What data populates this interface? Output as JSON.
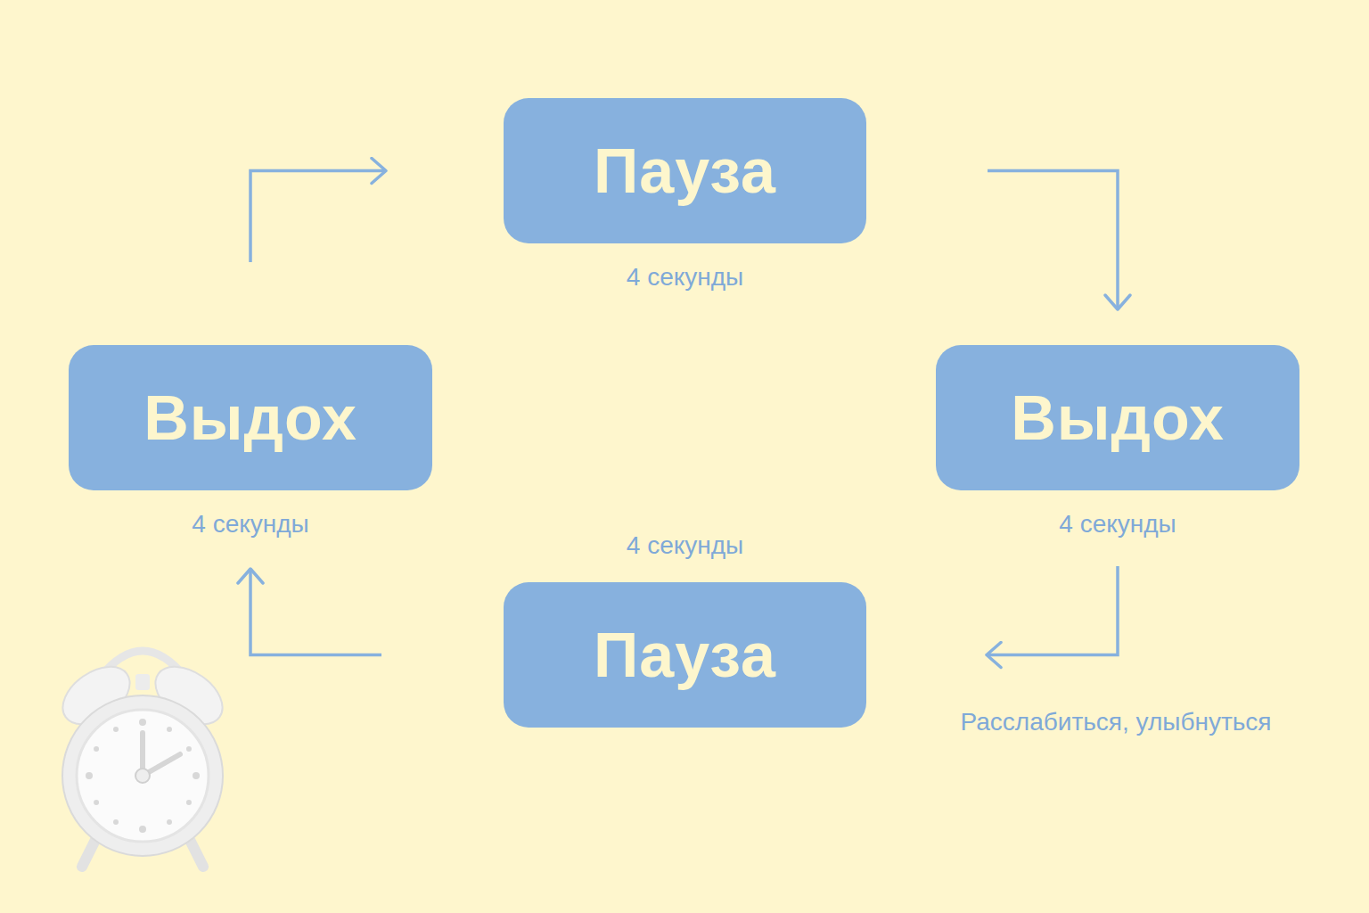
{
  "diagram": {
    "nodes": [
      {
        "text": [
          "Пауза",
          "4 секунды"
        ]
      },
      {
        "text": [
          "Выдох",
          "4 секунды"
        ]
      },
      {
        "text": [
          "Выдох",
          "4 секунды"
        ]
      },
      {
        "text": [
          "Пауза",
          "4 секунды"
        ]
      }
    ],
    "edges": [
      {
        "from": 0,
        "to": 2,
        "arrow": "to"
      },
      {
        "from": 2,
        "to": 3,
        "arrow": "to",
        "label": "Расслабиться, улыбнуться"
      },
      {
        "from": 3,
        "to": 1,
        "arrow": "to"
      },
      {
        "from": 1,
        "to": 0,
        "arrow": "to"
      }
    ]
  }
}
